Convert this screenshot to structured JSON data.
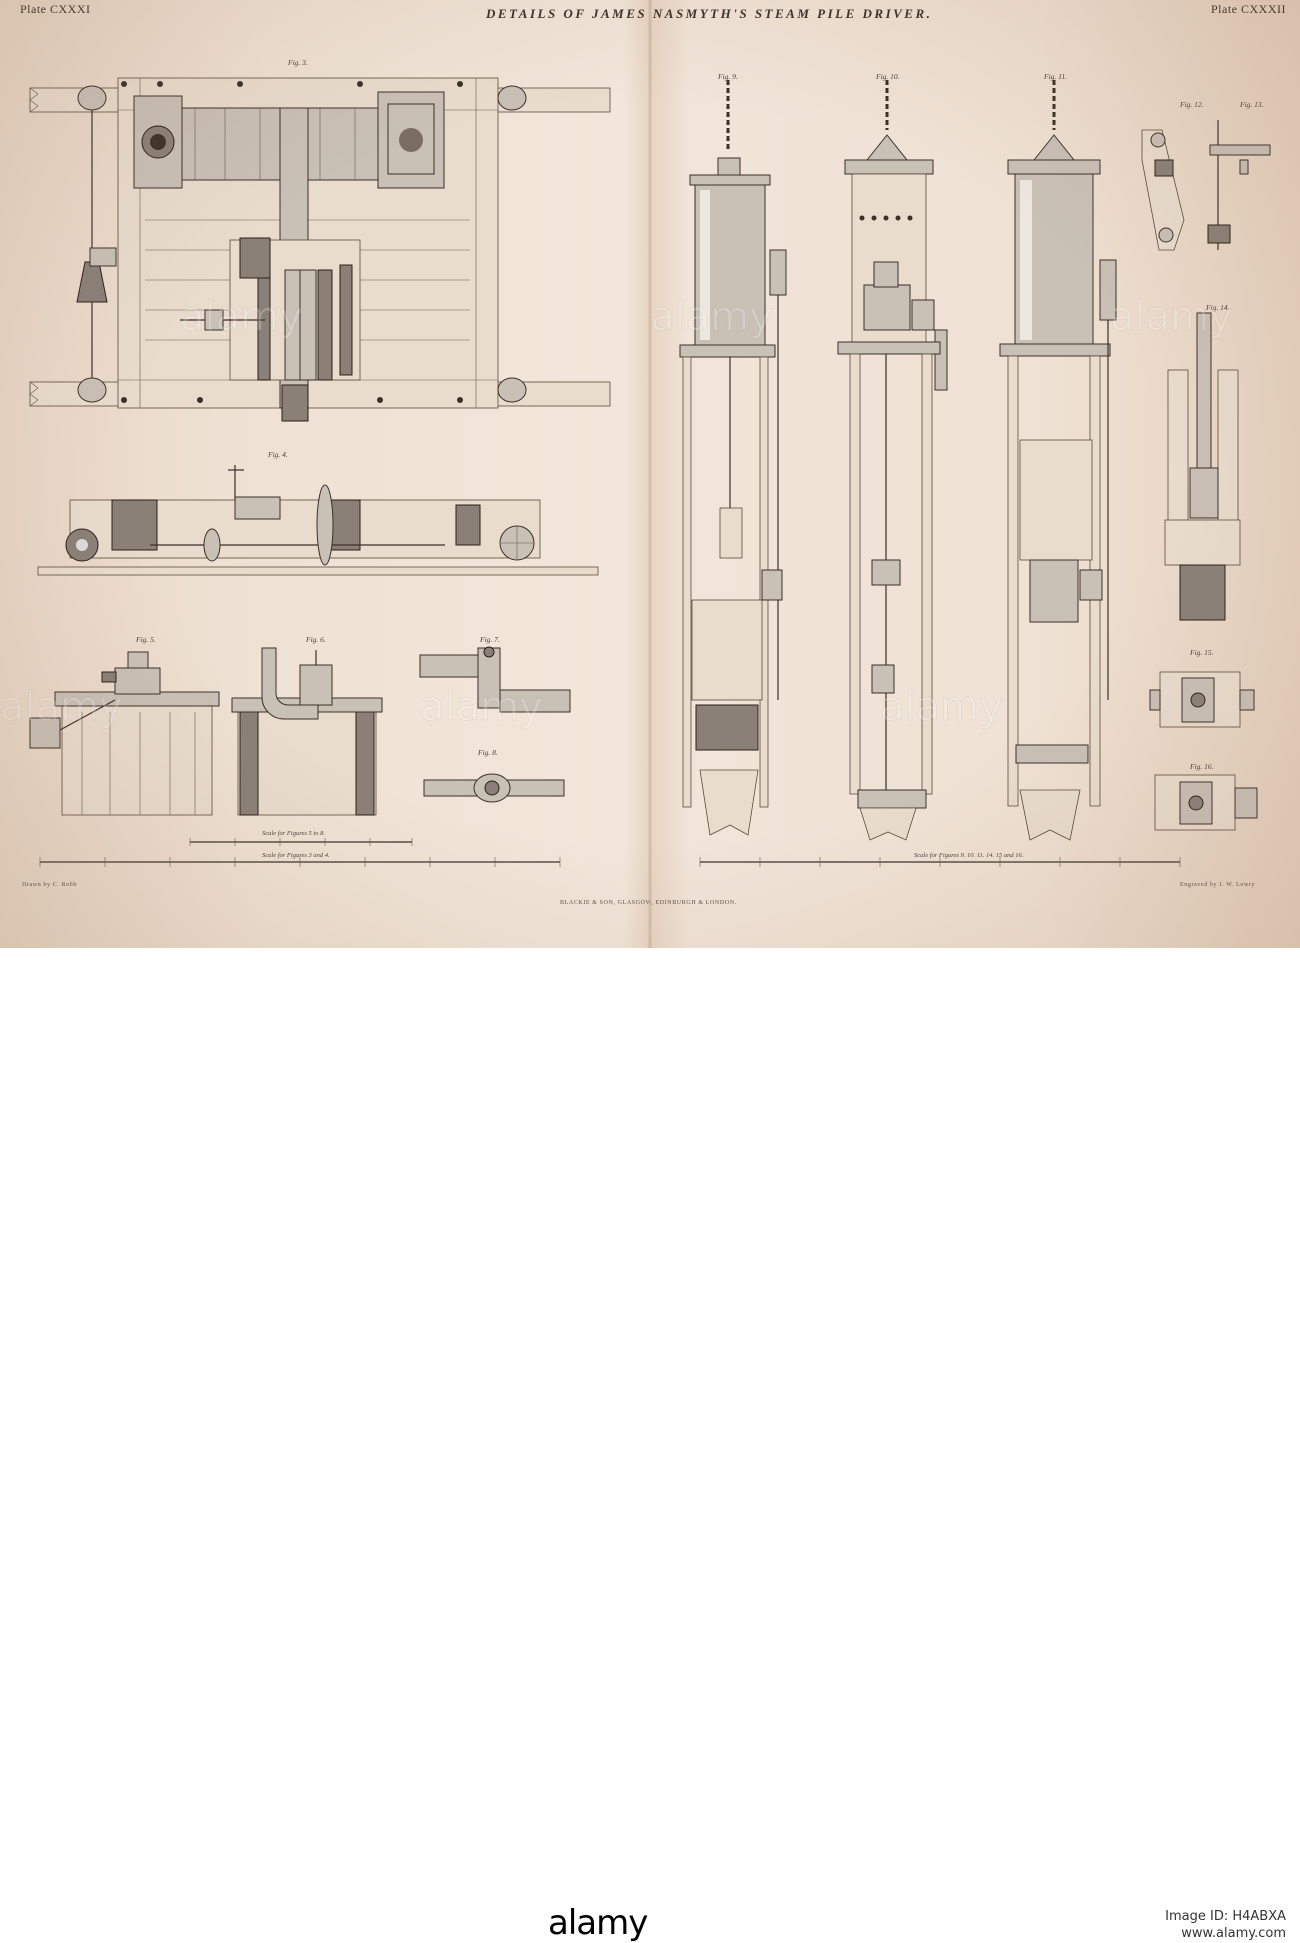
{
  "header": {
    "plate_left": "Plate CXXXI",
    "plate_right": "Plate CXXXII",
    "title": "DETAILS OF JAMES      NASMYTH'S STEAM PILE DRIVER."
  },
  "figures": {
    "fig3": "Fig. 3.",
    "fig4": "Fig. 4.",
    "fig5": "Fig. 5.",
    "fig6": "Fig. 6.",
    "fig7": "Fig. 7.",
    "fig8": "Fig. 8.",
    "fig9": "Fig. 9.",
    "fig10": "Fig. 10.",
    "fig11": "Fig. 11.",
    "fig12": "Fig. 12.",
    "fig13": "Fig. 13.",
    "fig14": "Fig. 14.",
    "fig15": "Fig. 15.",
    "fig16": "Fig. 16."
  },
  "scales": {
    "scale_left_1": "Scale for Figures 5 to 8.",
    "scale_left_2": "Scale for Figures 3 and 4.",
    "scale_right": "Scale for Figures 9. 10. 11. 14. 15 and 16."
  },
  "credits": {
    "drawn_by": "Drawn by C. Robb",
    "publisher": "BLACKIE & SON, GLASGOW, EDINBURGH & LONDON.",
    "engraved_by": "Engraved by J. W. Lowry"
  },
  "footer": {
    "logo": "alamy",
    "image_id": "Image ID: H4ABXA",
    "site": "www.alamy.com"
  },
  "colors": {
    "paper": "#efe2d4",
    "ink": "#3a3028"
  }
}
